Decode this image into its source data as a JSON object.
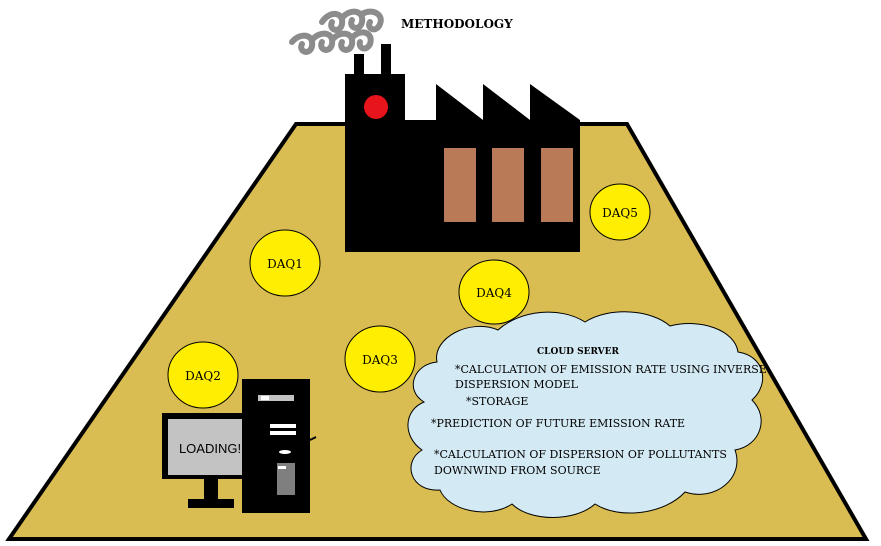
{
  "title": "METHODOLOGY",
  "colors": {
    "ground": "#d9bd52",
    "factory": "#000000",
    "window": "#b97a57",
    "light": "#e8141c",
    "sensor": "#ffee00",
    "cloud": "#d3e9f3",
    "smoke": "#8c8c8c",
    "screen": "#c3c3c3"
  },
  "sensors": [
    {
      "label": "DAQ1"
    },
    {
      "label": "DAQ2"
    },
    {
      "label": "DAQ3"
    },
    {
      "label": "DAQ4"
    },
    {
      "label": "DAQ5"
    }
  ],
  "computer": {
    "screen_text": "LOADING!"
  },
  "cloud": {
    "title": "CLOUD SERVER",
    "lines": [
      "*CALCULATION OF EMISSION RATE USING INVERSE",
      "DISPERSION MODEL",
      "*STORAGE",
      "*PREDICTION OF FUTURE EMISSION RATE",
      "*CALCULATION OF DISPERSION OF POLLUTANTS",
      "DOWNWIND FROM SOURCE"
    ]
  }
}
